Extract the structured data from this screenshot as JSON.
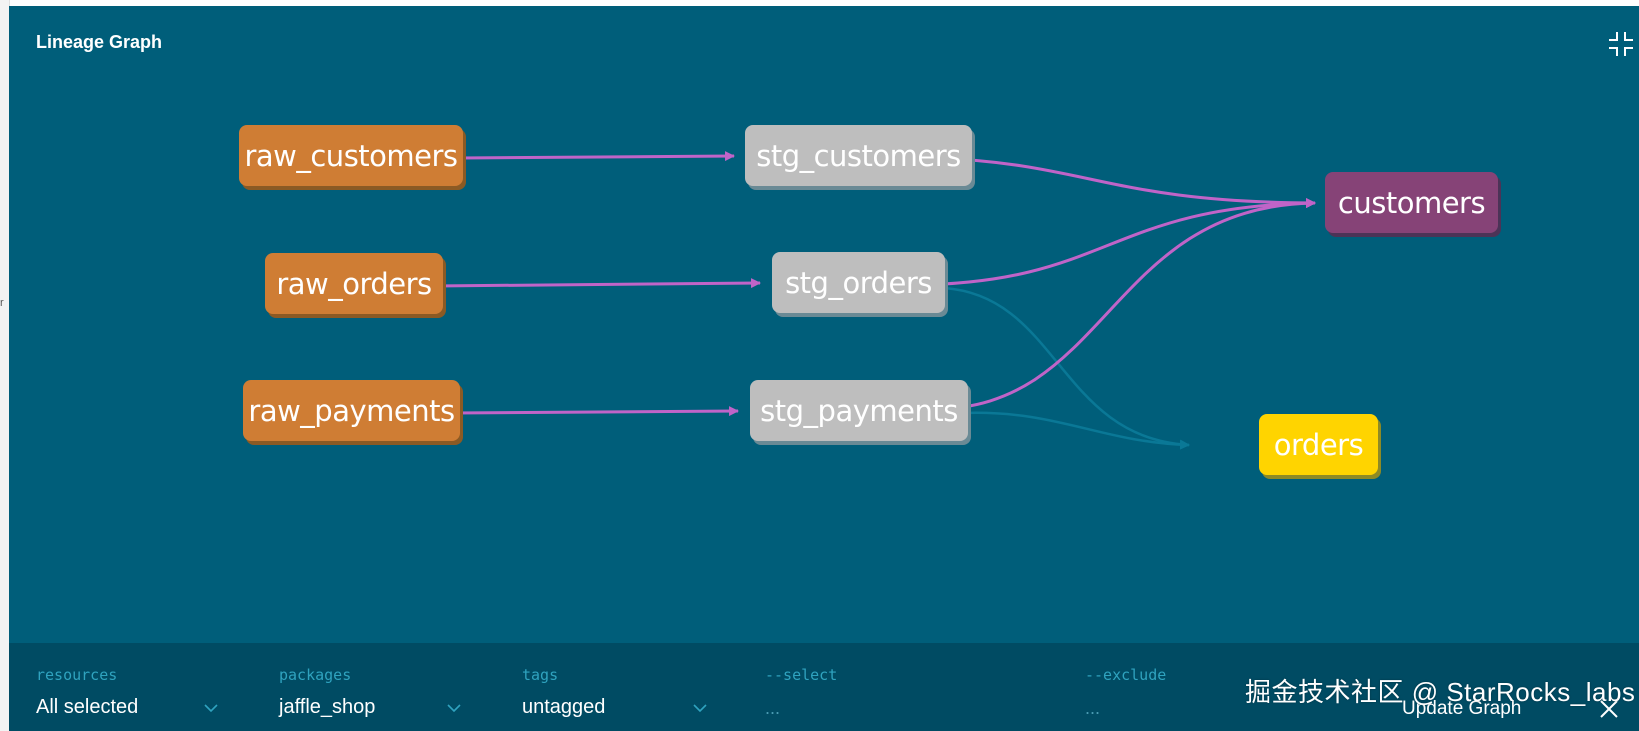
{
  "modal": {
    "title": "Lineage Graph"
  },
  "graph": {
    "nodes": {
      "raw_customers": "raw_customers",
      "raw_orders": "raw_orders",
      "raw_payments": "raw_payments",
      "stg_customers": "stg_customers",
      "stg_orders": "stg_orders",
      "stg_payments": "stg_payments",
      "customers": "customers",
      "orders": "orders"
    },
    "colors": {
      "source": "#cf7d34",
      "staging": "#bebebe",
      "selected": "#864377",
      "model": "#ffd400",
      "highlight_edge": "#c064c8",
      "dim_edge": "#0a7896"
    }
  },
  "filters": {
    "resources": {
      "label": "resources",
      "value": "All selected"
    },
    "packages": {
      "label": "packages",
      "value": "jaffle_shop"
    },
    "tags": {
      "label": "tags",
      "value": "untagged"
    },
    "select": {
      "label": "--select",
      "placeholder": "..."
    },
    "exclude": {
      "label": "--exclude",
      "placeholder": "..."
    },
    "update_label": "Update Graph"
  },
  "watermark": "掘金技术社区 @ StarRocks_labs",
  "icons": {
    "collapse": "collapse-icon",
    "chevron": "chevron-down-icon",
    "close": "close-icon"
  }
}
